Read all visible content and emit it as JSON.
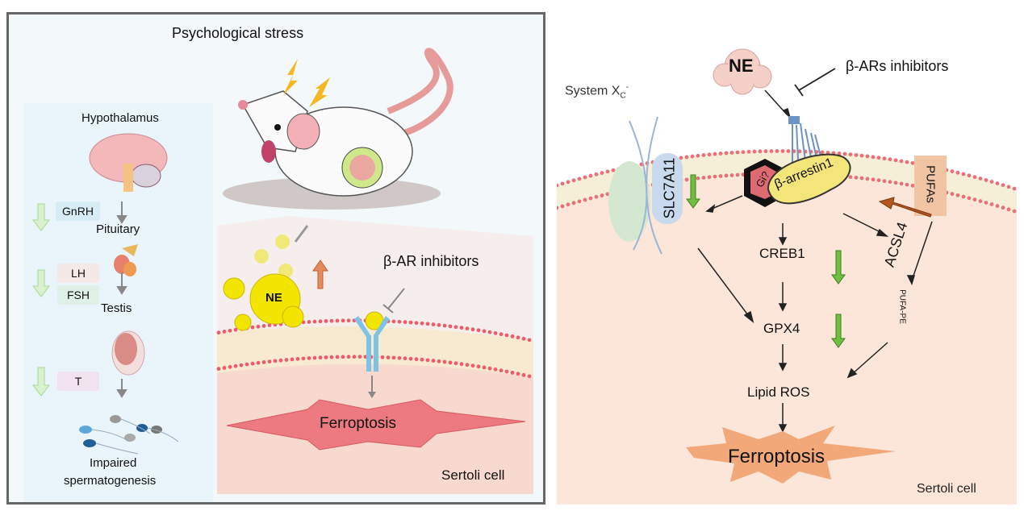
{
  "left_panel": {
    "title": "Psychological stress",
    "axis": {
      "hypothalamus_label": "Hypothalamus",
      "gnrh_label": "GnRH",
      "pituitary_label": "Pituitary",
      "lh_label": "LH",
      "fsh_label": "FSH",
      "testis_label": "Testis",
      "t_label": "T",
      "outcome_label_line1": "Impaired",
      "outcome_label_line2": "spermatogenesis"
    },
    "cell": {
      "ne_label": "NE",
      "inhibitor_label": "β-AR inhibitors",
      "ferroptosis_label": "Ferroptosis",
      "cell_label": "Sertoli cell"
    },
    "colors": {
      "down_arrow": "#b9e3a8",
      "up_arrow": "#e58a5c",
      "gnrh_bg": "#d8ecf6",
      "lh_bg": "#f4e9e6",
      "fsh_bg": "#dff1e6",
      "t_bg": "#f2e2f0",
      "ne_yellow": "#f2e600",
      "receptor_blue": "#7cc3e6",
      "ferroptosis_red": "#ec7a80"
    }
  },
  "right_panel": {
    "ne_label": "NE",
    "inhibitor_label": "β-ARs inhibitors",
    "system_label": "System X",
    "system_sub": "C",
    "system_sup": "-",
    "slc7a11_label": "SLC7A11",
    "gi_label": "Gi?",
    "arrestin_label": "β-arrestin1",
    "pufas_label": "PUFAs",
    "acsl4_label": "ACSL4",
    "pufa_pe_label": "PUFA-PE",
    "creb1_label": "CREB1",
    "gpx4_label": "GPX4",
    "lipid_ros_label": "Lipid ROS",
    "ferroptosis_label": "Ferroptosis",
    "cell_label": "Sertoli cell",
    "colors": {
      "cell_bg": "#fbe6d9",
      "membrane_dot": "#e8707a",
      "down_arrow": "#6fbe3d",
      "up_arrow": "#b5561f",
      "arrestin": "#f3e57a",
      "gi": "#e06a72",
      "slc7a11": "#c9d9ee",
      "xc_green": "#cfe5cc",
      "ferroptosis_burst": "#f2a878"
    }
  }
}
